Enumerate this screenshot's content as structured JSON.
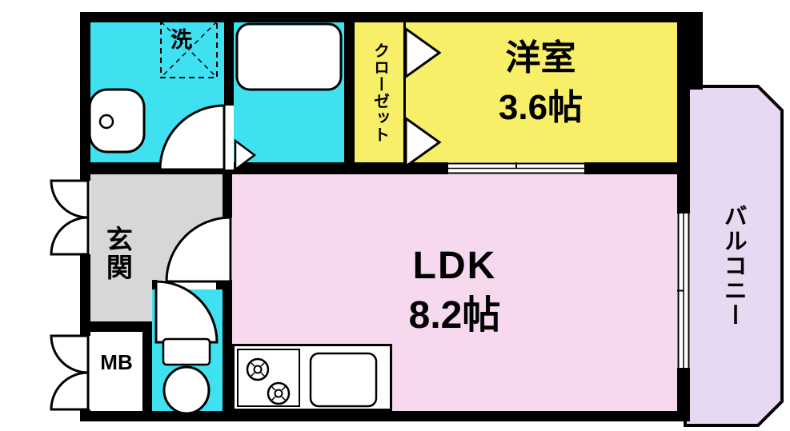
{
  "plan": {
    "western_room": {
      "name": "洋室",
      "size": "3.6帖"
    },
    "ldk": {
      "name": "LDK",
      "size": "8.2帖"
    },
    "closet": {
      "name": "クローゼット"
    },
    "balcony": {
      "name": "バルコニー"
    },
    "entrance": {
      "name": "玄関"
    },
    "meter_box": {
      "name": "MB"
    },
    "washer": {
      "name": "洗"
    }
  },
  "colors": {
    "wall": "#000000",
    "water": "#3FE0F0",
    "roomYellow": "#F8EF69",
    "roomPink": "#F6D9EF",
    "gray": "#D7D7D7",
    "lavender": "#E6D9F1",
    "bg": "#FFFFFF"
  }
}
